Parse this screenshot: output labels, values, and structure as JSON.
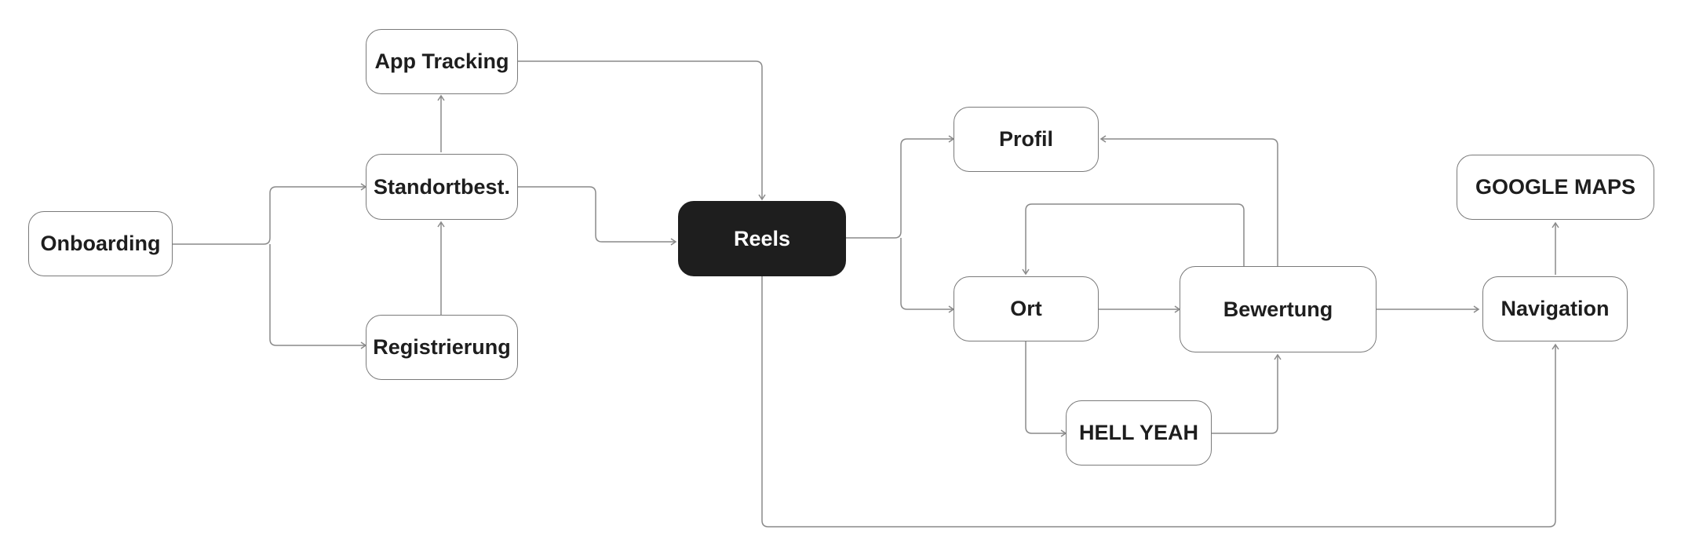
{
  "nodes": {
    "onboarding": "Onboarding",
    "app_tracking": "App Tracking",
    "standortbest": "Standortbest.",
    "registrierung": "Registrierung",
    "reels": "Reels",
    "profil": "Profil",
    "ort": "Ort",
    "bewertung": "Bewertung",
    "hell_yeah": "HELL YEAH",
    "google_maps": "GOOGLE MAPS",
    "navigation": "Navigation"
  },
  "colors": {
    "node_fill": "#ffffff",
    "node_border": "#7a7a7a",
    "primary_fill": "#1e1e1e",
    "primary_text": "#ffffff",
    "text": "#1e1e1e",
    "edge": "#8a8a8a"
  }
}
